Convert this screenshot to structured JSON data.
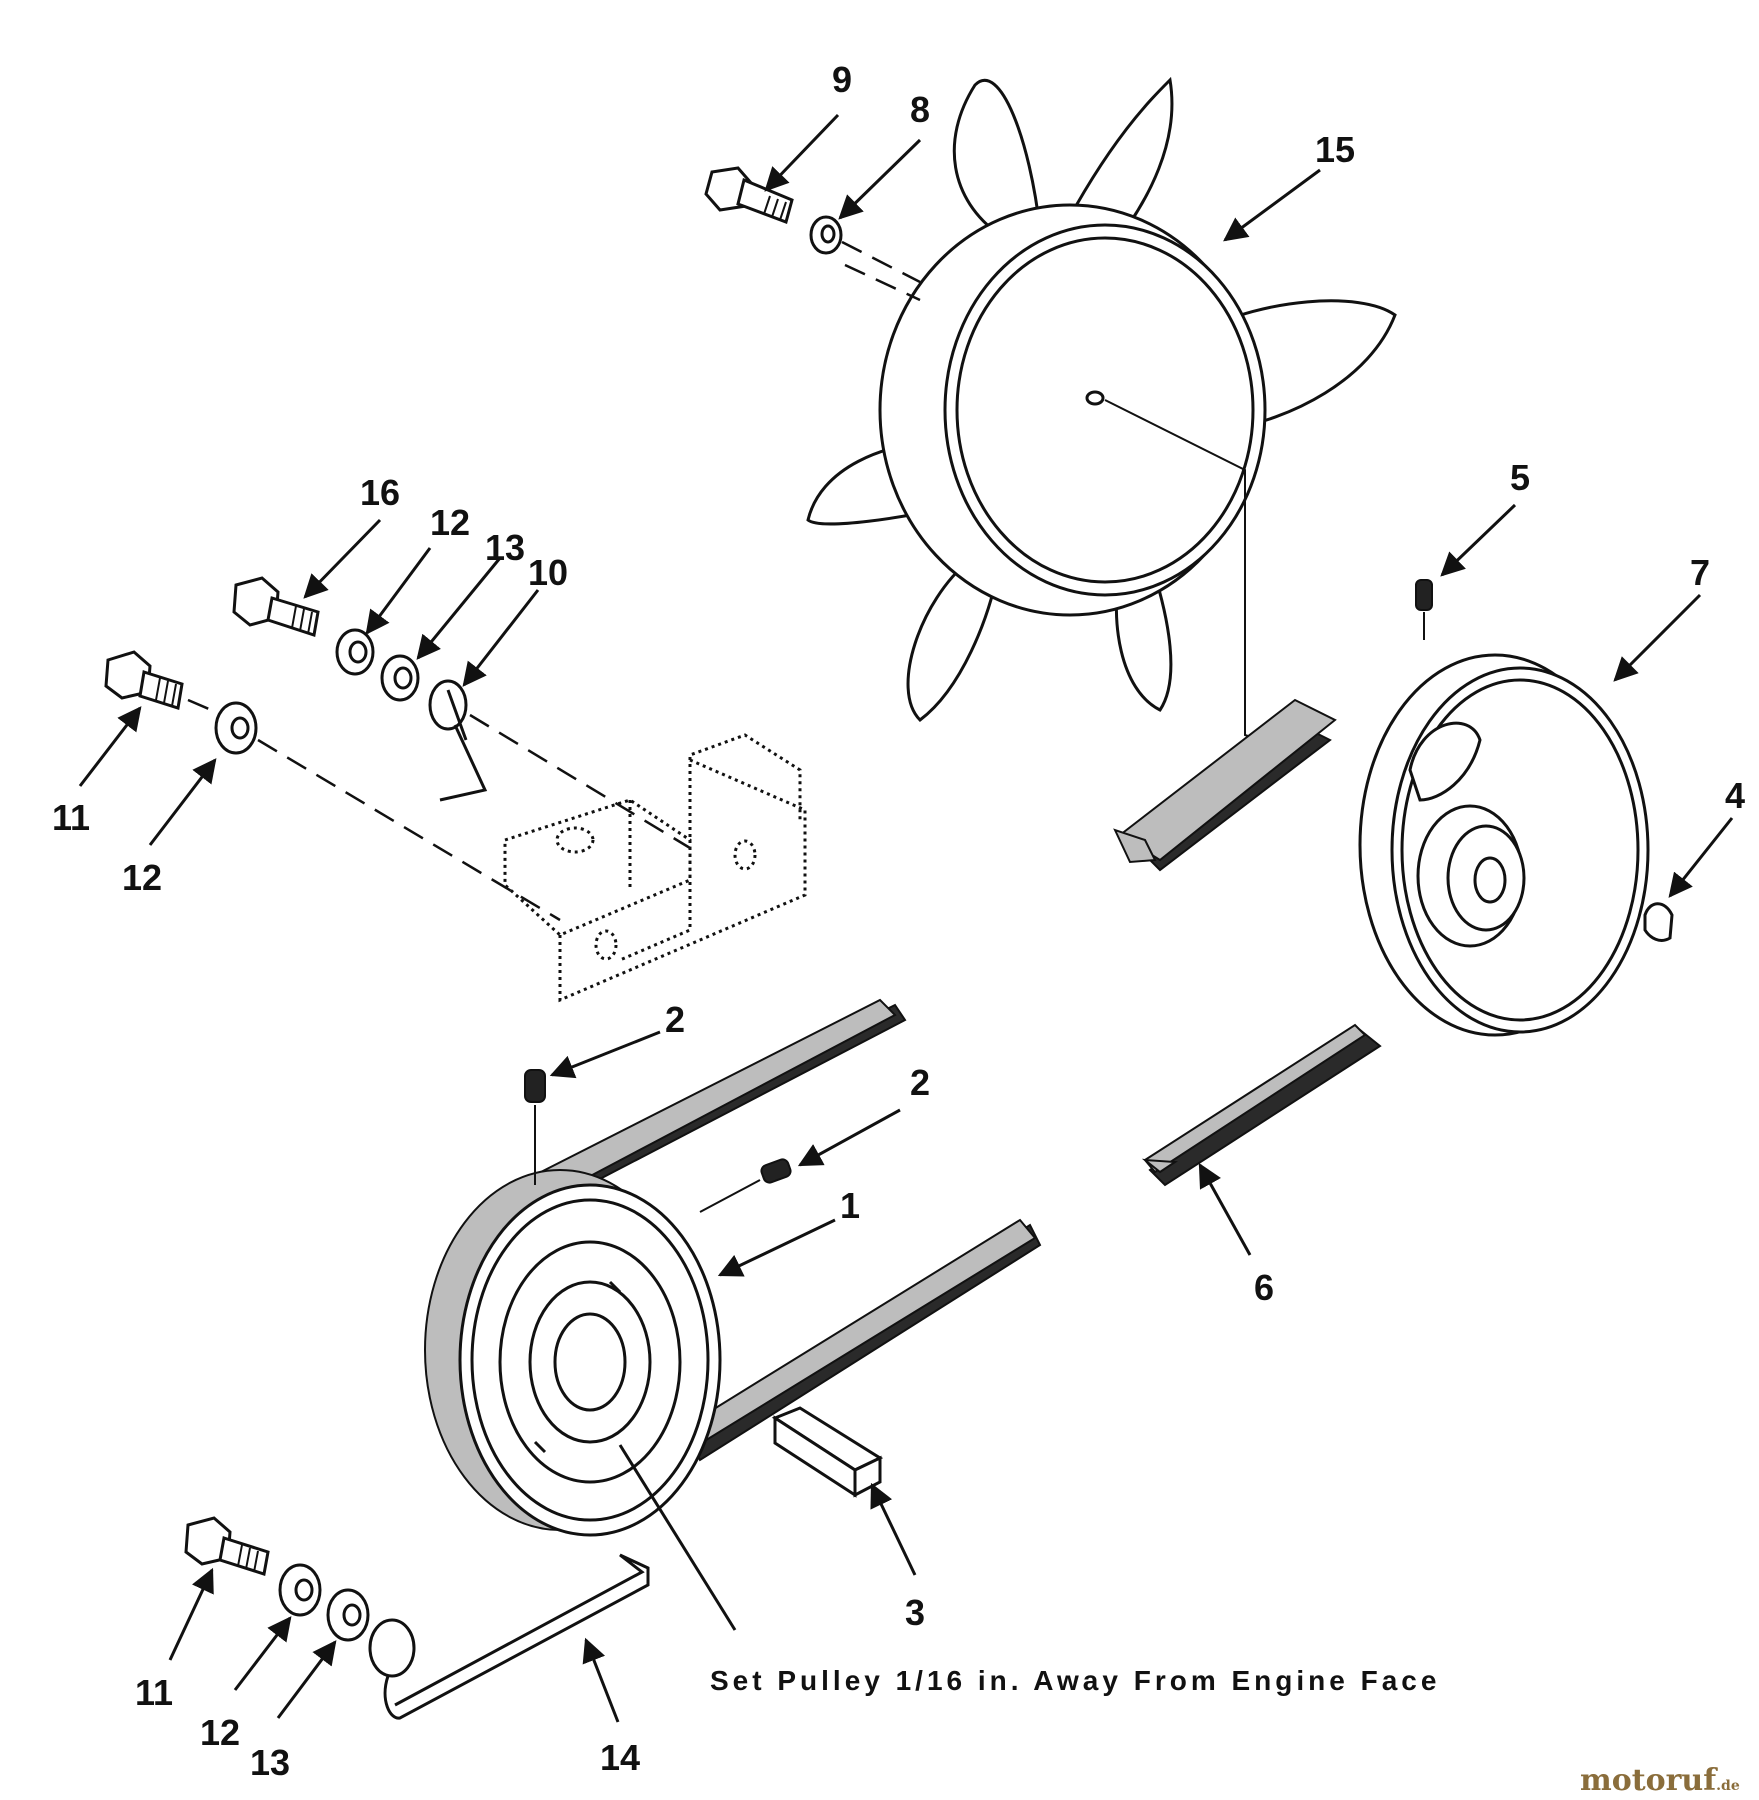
{
  "callouts": {
    "c1": "1",
    "c2a": "2",
    "c2b": "2",
    "c3": "3",
    "c4": "4",
    "c5": "5",
    "c6": "6",
    "c7": "7",
    "c8": "8",
    "c9": "9",
    "c10": "10",
    "c11a": "11",
    "c11b": "11",
    "c12a": "12",
    "c12b": "12",
    "c12c": "12",
    "c13a": "13",
    "c13b": "13",
    "c14": "14",
    "c15": "15",
    "c16": "16"
  },
  "note": "Set Pulley 1/16 in. Away From Engine Face",
  "watermark": {
    "main": "motoruf",
    "suffix": ".de"
  }
}
